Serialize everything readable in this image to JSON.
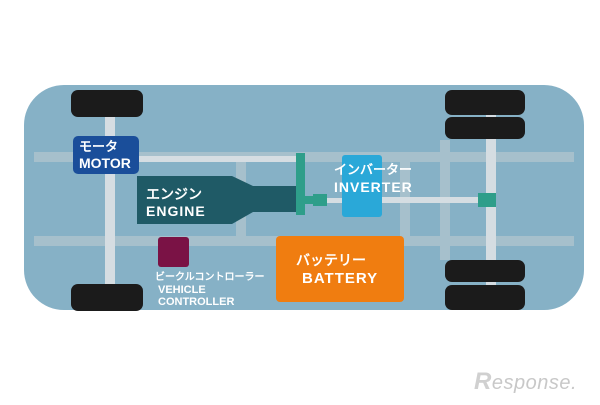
{
  "colors": {
    "chassis": "#86b1c6",
    "frame": "#a6c0cc",
    "tire": "#1b1b1b",
    "motor": "#1a4e9a",
    "engine": "#1f5a66",
    "inverter": "#2aa8d8",
    "battery": "#f07d10",
    "controller": "#7a1245",
    "joint": "#2e9e8a",
    "shaft": "#d5dde2"
  },
  "components": {
    "motor": {
      "label_ja": "モータ",
      "label_en": "MOTOR"
    },
    "engine": {
      "label_ja": "エンジン",
      "label_en": "ENGINE"
    },
    "inverter": {
      "label_ja": "インバーター",
      "label_en": "INVERTER"
    },
    "battery": {
      "label_ja": "バッテリー",
      "label_en": "BATTERY"
    },
    "vehicle_controller": {
      "label_ja": "ビークルコントローラー",
      "label_en_line1": "VEHICLE",
      "label_en_line2": "CONTROLLER"
    }
  },
  "watermark": {
    "text": "esponse.",
    "logo_letter": "R"
  }
}
